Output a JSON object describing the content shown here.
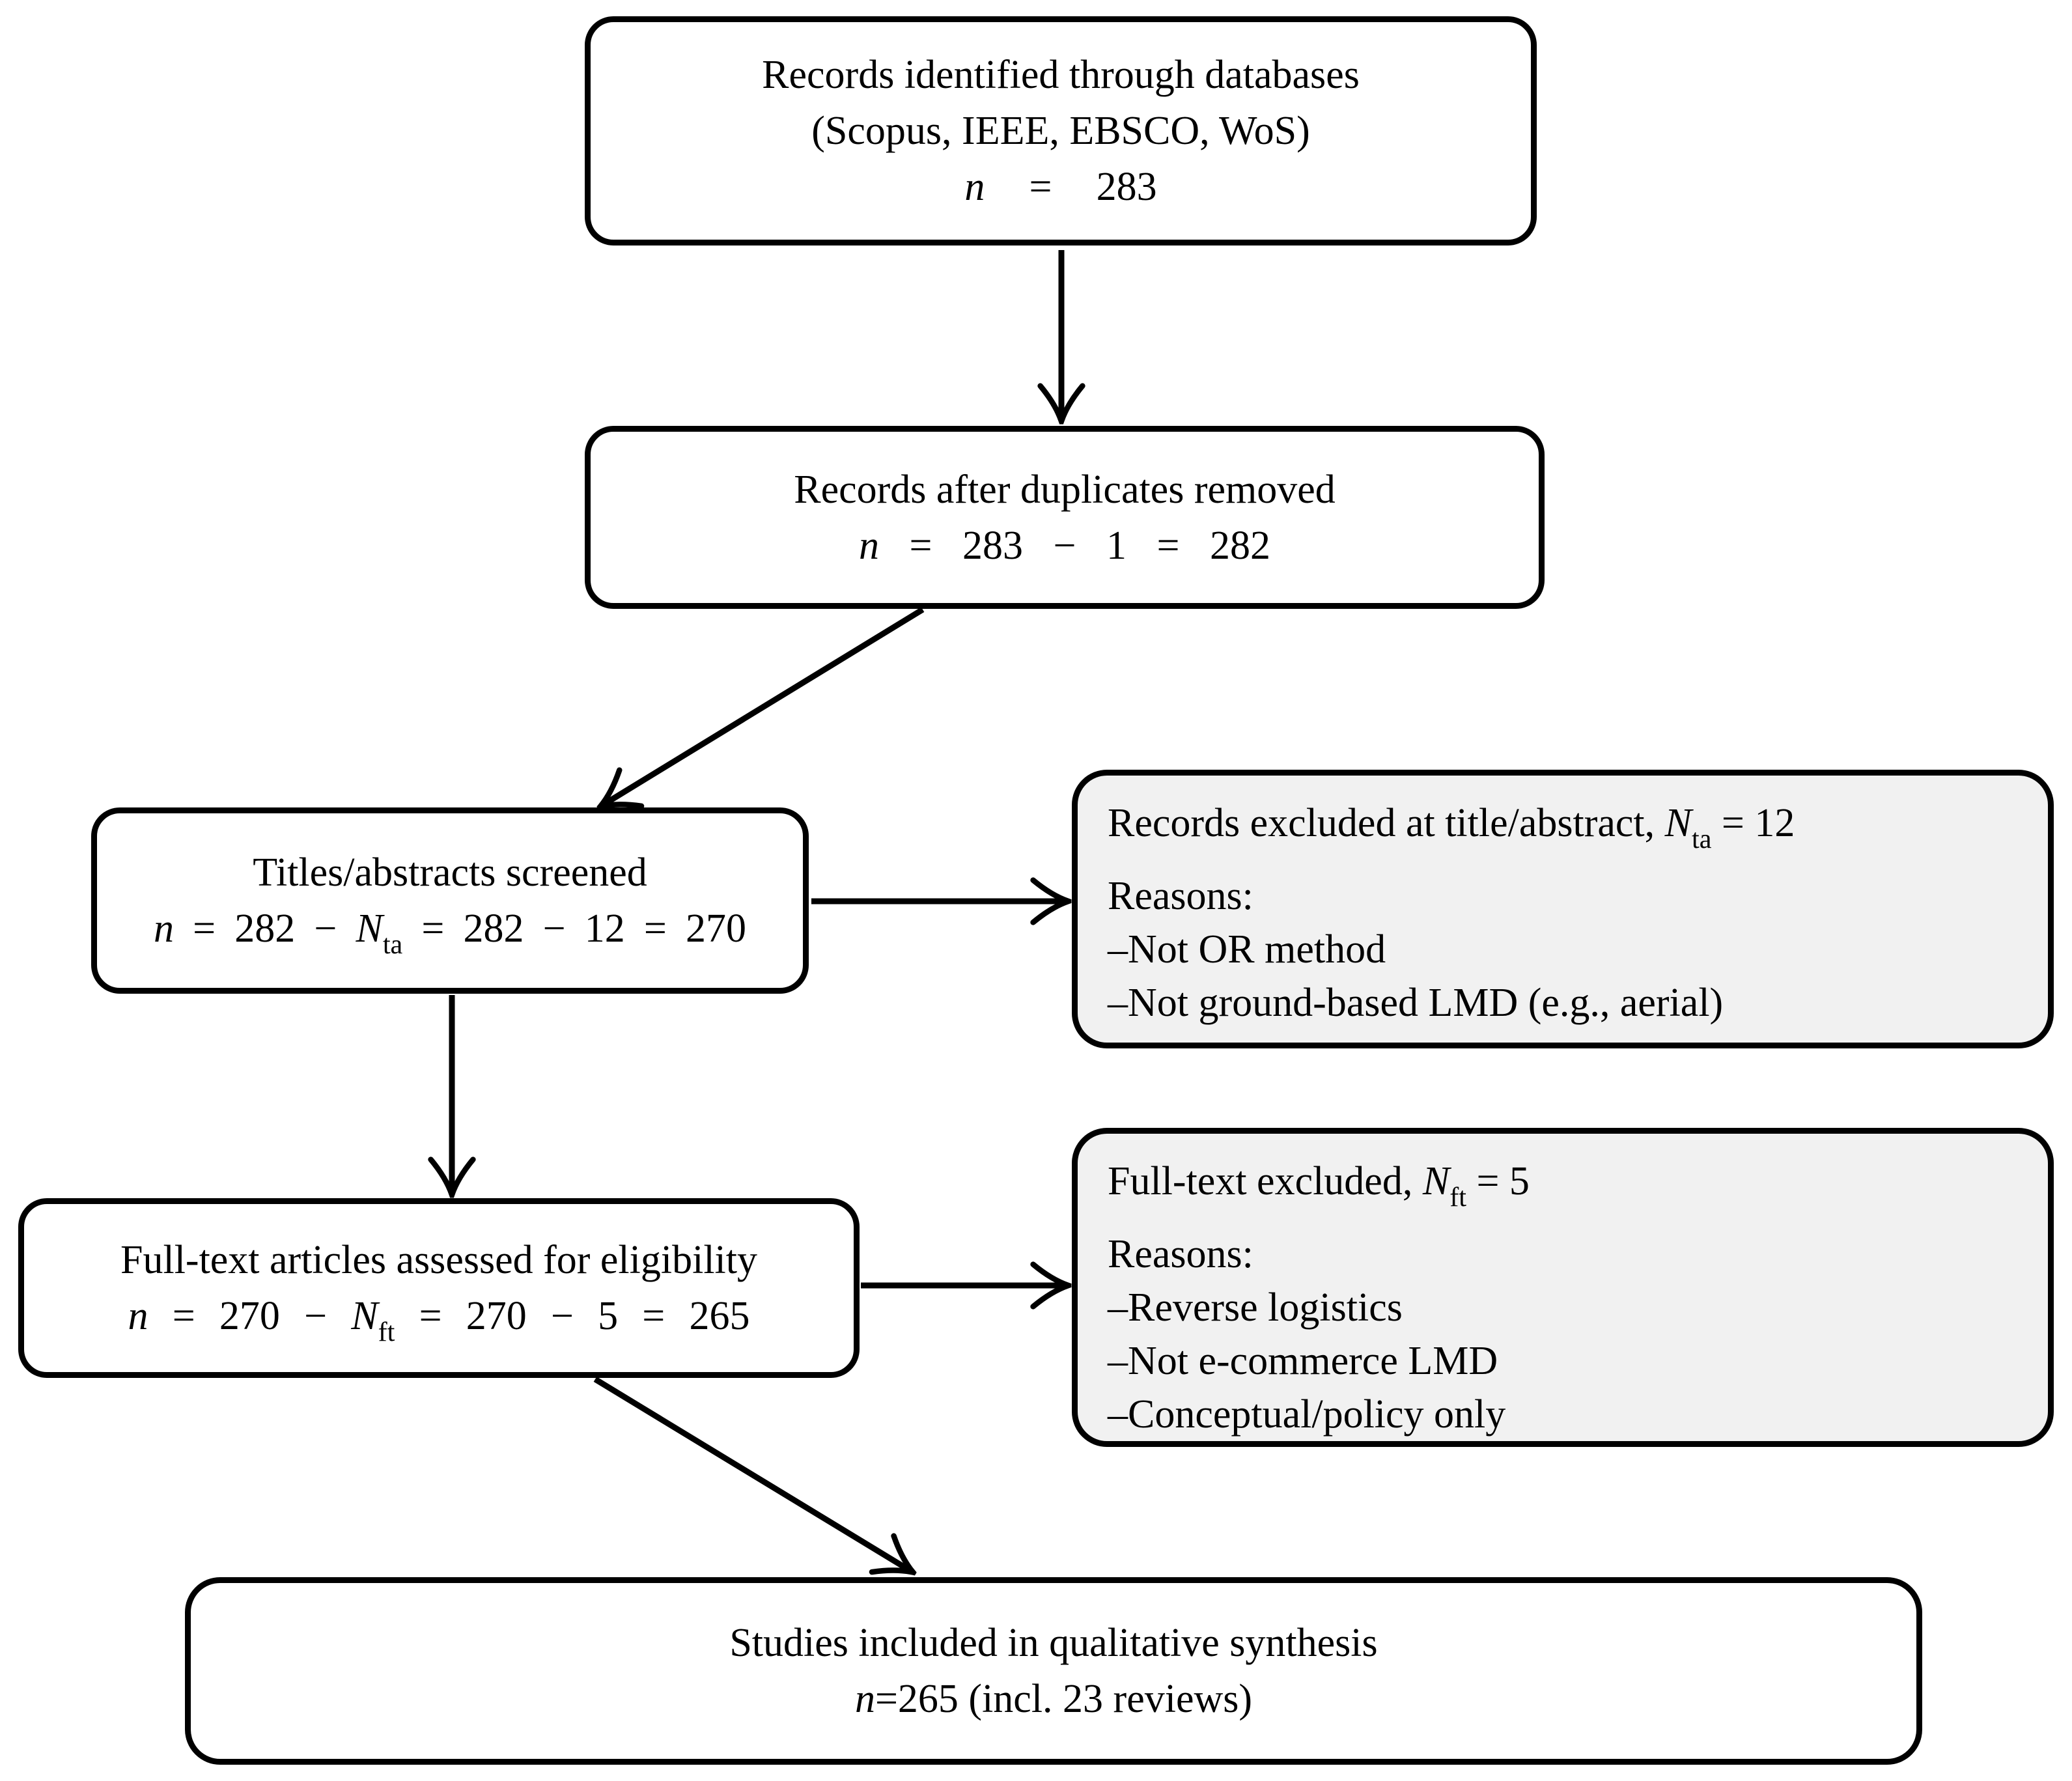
{
  "boxes": {
    "identified": {
      "line1": "Records identified through databases",
      "line2": "(Scopus, IEEE, EBSCO, WoS)",
      "n": "n",
      "math": "= 283"
    },
    "duplicates": {
      "line1": "Records after duplicates removed",
      "n": "n",
      "math": "= 283 − 1 = 282"
    },
    "screened": {
      "line1": "Titles/abstracts screened",
      "n": "n",
      "pre": "= 282 −",
      "N": "N",
      "sub": "ta",
      "post": "= 282 − 12 = 270"
    },
    "excluded_ta": {
      "title_pre": "Records excluded at title/abstract,",
      "N": "N",
      "sub": "ta",
      "title_post": "= 12",
      "reasons_label": "Reasons:",
      "reasons": [
        "–Not OR method",
        "–Not ground-based LMD (e.g., aerial)"
      ]
    },
    "fulltext": {
      "line1": "Full-text articles assessed for eligibility",
      "n": "n",
      "pre": "= 270 −",
      "N": "N",
      "sub": "ft",
      "post": "= 270 − 5 = 265"
    },
    "excluded_ft": {
      "title_pre": "Full-text excluded,",
      "N": "N",
      "sub": "ft",
      "title_post": "= 5",
      "reasons_label": "Reasons:",
      "reasons": [
        "–Reverse logistics",
        "–Not e-commerce LMD",
        "–Conceptual/policy only"
      ]
    },
    "included": {
      "line1": "Studies included in qualitative synthesis",
      "n": "n",
      "math": "=265 (incl. 23 reviews)"
    }
  },
  "colors": {
    "border": "#000000",
    "background": "#ffffff",
    "gray_fill": "#f1f1f1",
    "text": "#000000"
  }
}
